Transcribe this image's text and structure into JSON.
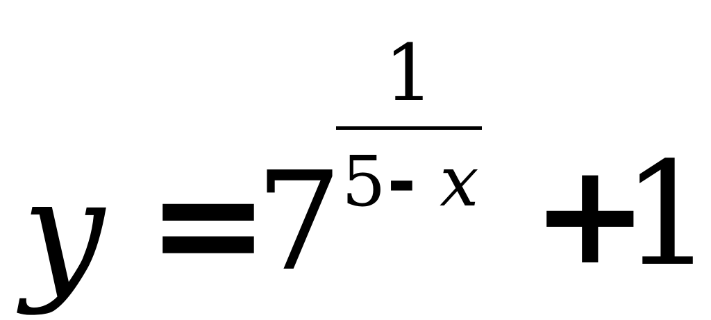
{
  "formula": {
    "lhs": "y",
    "equals": "=",
    "base": "7",
    "exponent": {
      "numerator": "1",
      "denominator": {
        "constant": "5",
        "operator": "-",
        "variable": "x"
      }
    },
    "plus": "+",
    "addend": "1"
  }
}
